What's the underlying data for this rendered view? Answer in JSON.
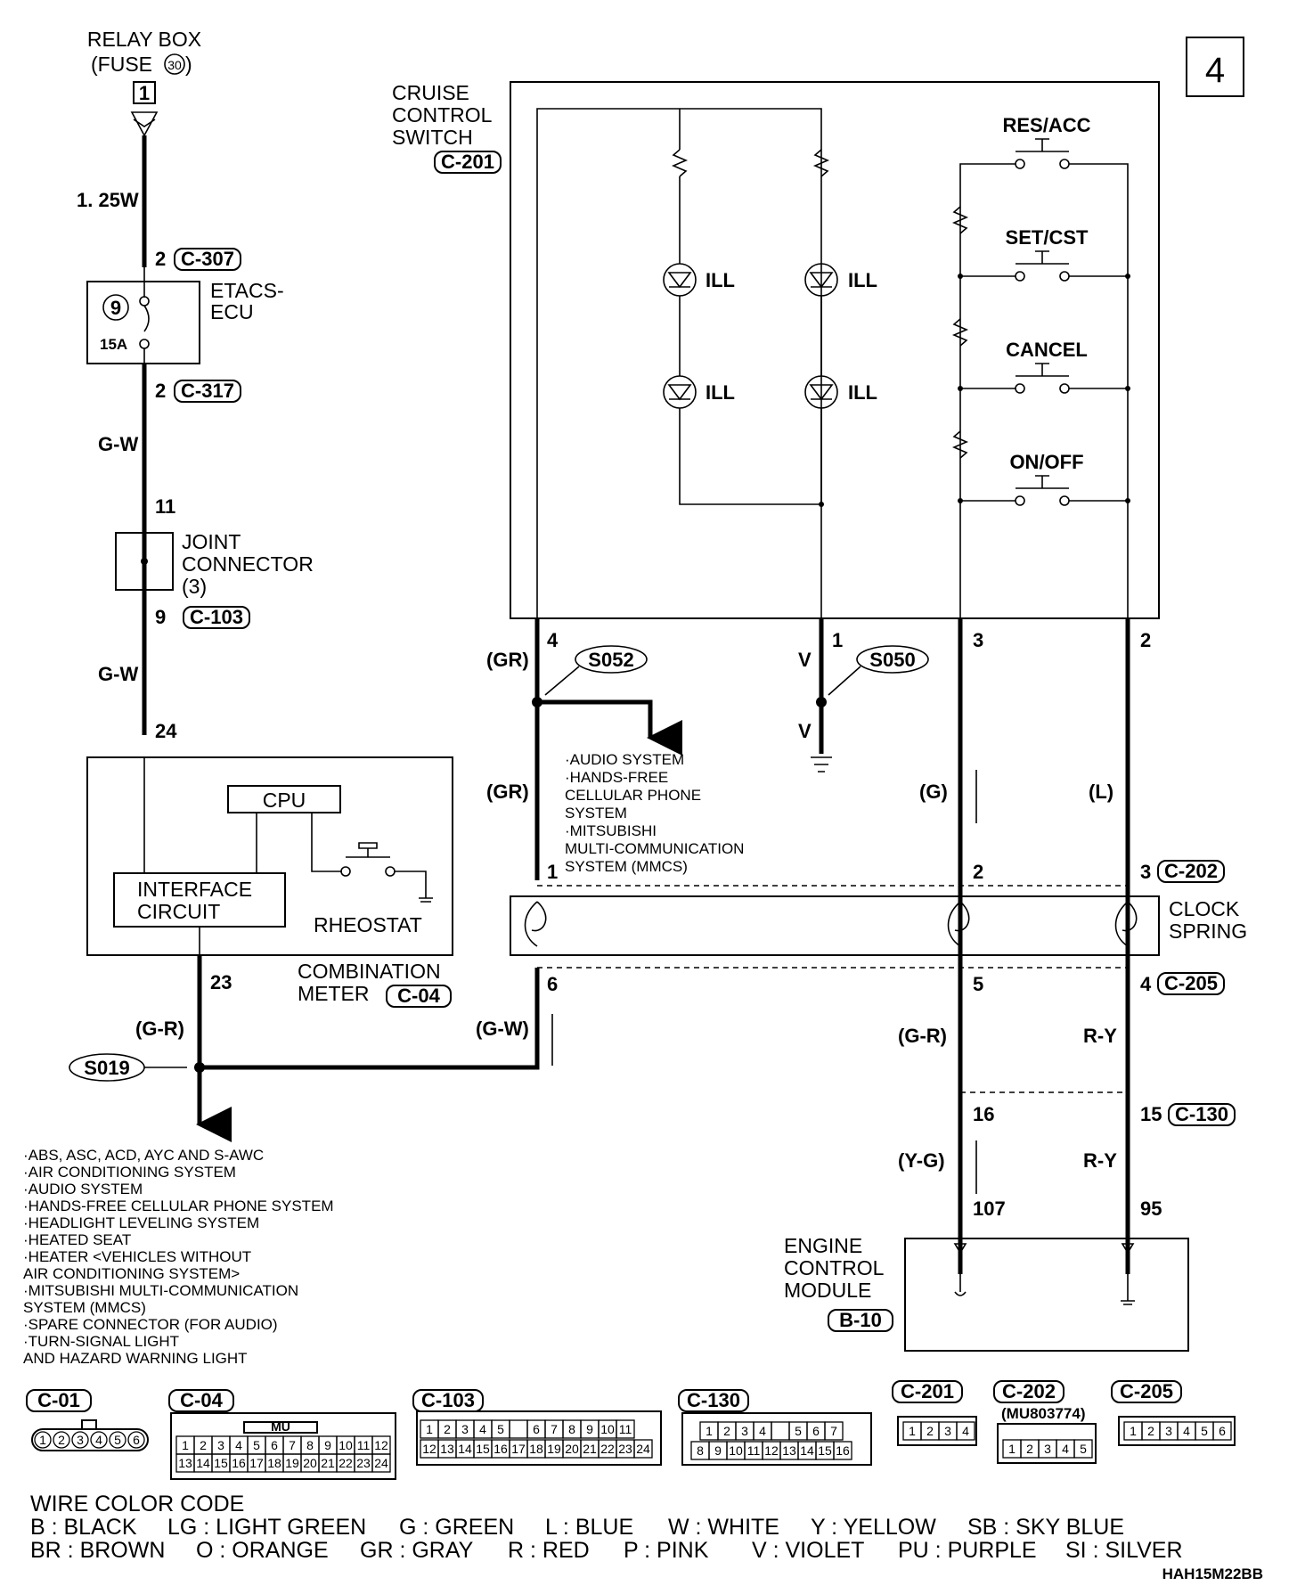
{
  "page": {
    "number": "4",
    "code": "HAH15M22BB"
  },
  "relay_box": {
    "line1": "RELAY BOX",
    "line2": "(FUSE",
    "fuse_no": "30",
    "line2_end": ")",
    "pin": "1"
  },
  "wires": {
    "w1": "1. 25W",
    "gw1": "G-W",
    "gw2": "G-W",
    "gr_paren": "(G-R)",
    "gw_paren": "(G-W)",
    "gr1": "(GR)",
    "gr2": "(GR)",
    "v1": "V",
    "v2": "V",
    "g": "(G)",
    "l": "(L)",
    "gr_right": "(G-R)",
    "ry1": "R-Y",
    "yg": "(Y-G)",
    "ry2": "R-Y"
  },
  "etacs": {
    "label1": "ETACS-",
    "label2": "ECU",
    "fuse_no": "9",
    "amps": "15A",
    "pin_top": "2",
    "conn_top": "C-307",
    "pin_bottom": "2",
    "conn_bottom": "C-317"
  },
  "joint": {
    "label1": "JOINT",
    "label2": "CONNECTOR",
    "label3": "(3)",
    "pin_top": "11",
    "pin_bottom": "9",
    "conn": "C-103"
  },
  "meter": {
    "pin_in": "24",
    "pin_out": "23",
    "cpu": "CPU",
    "interface1": "INTERFACE",
    "interface2": "CIRCUIT",
    "rheostat": "RHEOSTAT",
    "label1": "COMBINATION",
    "label2": "METER",
    "conn": "C-04"
  },
  "splices": {
    "s019": "S019",
    "s052": "S052",
    "s050": "S050"
  },
  "left_list": [
    "·ABS, ASC, ACD, AYC AND S-AWC",
    "·AIR CONDITIONING SYSTEM",
    "·AUDIO SYSTEM",
    "·HANDS-FREE CELLULAR PHONE SYSTEM",
    "·HEADLIGHT LEVELING SYSTEM",
    "·HEATED SEAT",
    "·HEATER <VEHICLES WITHOUT",
    "  AIR CONDITIONING SYSTEM>",
    "·MITSUBISHI MULTI-COMMUNICATION",
    "  SYSTEM (MMCS)",
    "·SPARE CONNECTOR (FOR AUDIO)",
    "·TURN-SIGNAL LIGHT",
    "  AND HAZARD WARNING LIGHT"
  ],
  "mid_list": [
    "·AUDIO SYSTEM",
    "·HANDS-FREE",
    "  CELLULAR PHONE",
    "  SYSTEM",
    "·MITSUBISHI",
    "  MULTI-COMMUNICATION",
    "  SYSTEM (MMCS)"
  ],
  "cruise": {
    "label1": "CRUISE",
    "label2": "CONTROL",
    "label3": "SWITCH",
    "conn": "C-201",
    "ill": "ILL",
    "res_acc": "RES/ACC",
    "set_cst": "SET/CST",
    "cancel": "CANCEL",
    "on_off": "ON/OFF",
    "pin4": "4",
    "pin1": "1",
    "pin3": "3",
    "pin2": "2"
  },
  "clock": {
    "label1": "CLOCK",
    "label2": "SPRING",
    "pin_t1": "1",
    "pin_t2": "2",
    "pin_t3": "3",
    "conn_top": "C-202",
    "pin_b1": "6",
    "pin_b2": "5",
    "pin_b3": "4",
    "conn_bottom": "C-205"
  },
  "ecm": {
    "label1": "ENGINE",
    "label2": "CONTROL",
    "label3": "MODULE",
    "conn": "B-10",
    "pin16": "16",
    "pin15": "15",
    "conn_mid": "C-130",
    "pin107": "107",
    "pin95": "95"
  },
  "connectors": {
    "c01": {
      "name": "C-01",
      "pins": [
        "1",
        "2",
        "3",
        "4",
        "5",
        "6"
      ]
    },
    "c04": {
      "name": "C-04",
      "tag": "MU",
      "row1": [
        "1",
        "2",
        "3",
        "4",
        "5",
        "6",
        "7",
        "8",
        "9",
        "10",
        "11",
        "12"
      ],
      "row2": [
        "13",
        "14",
        "15",
        "16",
        "17",
        "18",
        "19",
        "20",
        "21",
        "22",
        "23",
        "24"
      ]
    },
    "c103": {
      "name": "C-103",
      "row1": [
        "1",
        "2",
        "3",
        "4",
        "5",
        "",
        "6",
        "7",
        "8",
        "9",
        "10",
        "11"
      ],
      "row2": [
        "12",
        "13",
        "14",
        "15",
        "16",
        "17",
        "18",
        "19",
        "20",
        "21",
        "22",
        "23",
        "24"
      ]
    },
    "c130": {
      "name": "C-130",
      "row1": [
        "1",
        "2",
        "3",
        "4",
        "",
        "5",
        "6",
        "7"
      ],
      "row2": [
        "8",
        "9",
        "10",
        "11",
        "12",
        "13",
        "14",
        "15",
        "16"
      ]
    },
    "c201": {
      "name": "C-201",
      "pins": [
        "1",
        "2",
        "3",
        "4"
      ]
    },
    "c202": {
      "name": "C-202",
      "part": "(MU803774)",
      "pins": [
        "1",
        "2",
        "3",
        "4",
        "5"
      ]
    },
    "c205": {
      "name": "C-205",
      "pins": [
        "1",
        "2",
        "3",
        "4",
        "5",
        "6"
      ]
    }
  },
  "wire_code": {
    "title": "WIRE COLOR CODE",
    "row1": [
      "B : BLACK",
      "LG : LIGHT GREEN",
      "G : GREEN",
      "L : BLUE",
      "W : WHITE",
      "Y : YELLOW",
      "SB : SKY BLUE"
    ],
    "row2": [
      "BR : BROWN",
      "O : ORANGE",
      "GR : GRAY",
      "R : RED",
      "P : PINK",
      "V : VIOLET",
      "PU : PURPLE",
      "SI : SILVER"
    ]
  }
}
